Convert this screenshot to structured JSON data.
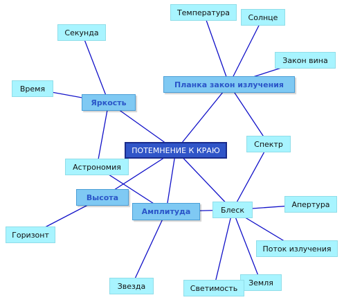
{
  "diagram": {
    "center": {
      "label": "ПОТЕМНЕНИЕ К КРАЮ"
    },
    "hubs": {
      "brightness": {
        "label": "Яркость"
      },
      "planck": {
        "label": "Планка закон излучения"
      },
      "height": {
        "label": "Высота"
      },
      "amplitude": {
        "label": "Амплитуда"
      }
    },
    "leaves": {
      "second": {
        "label": "Секунда"
      },
      "time": {
        "label": "Время"
      },
      "temperature": {
        "label": "Температура"
      },
      "sun": {
        "label": "Солнце"
      },
      "wien": {
        "label": "Закон вина"
      },
      "spectrum": {
        "label": "Спектр"
      },
      "astronomy": {
        "label": "Астрономия"
      },
      "glare": {
        "label": "Блеск"
      },
      "aperture": {
        "label": "Апертура"
      },
      "horizon": {
        "label": "Горизонт"
      },
      "flux": {
        "label": "Поток излучения"
      },
      "star": {
        "label": "Звезда"
      },
      "earth": {
        "label": "Земля"
      },
      "luminosity": {
        "label": "Светимость"
      }
    },
    "colors": {
      "edge": "#1010c8",
      "leaf_fill": "#a8f4ff",
      "hub_fill": "#7fc9f3",
      "hub_text": "#2a55c8",
      "center_fill": "#3055c8"
    }
  }
}
